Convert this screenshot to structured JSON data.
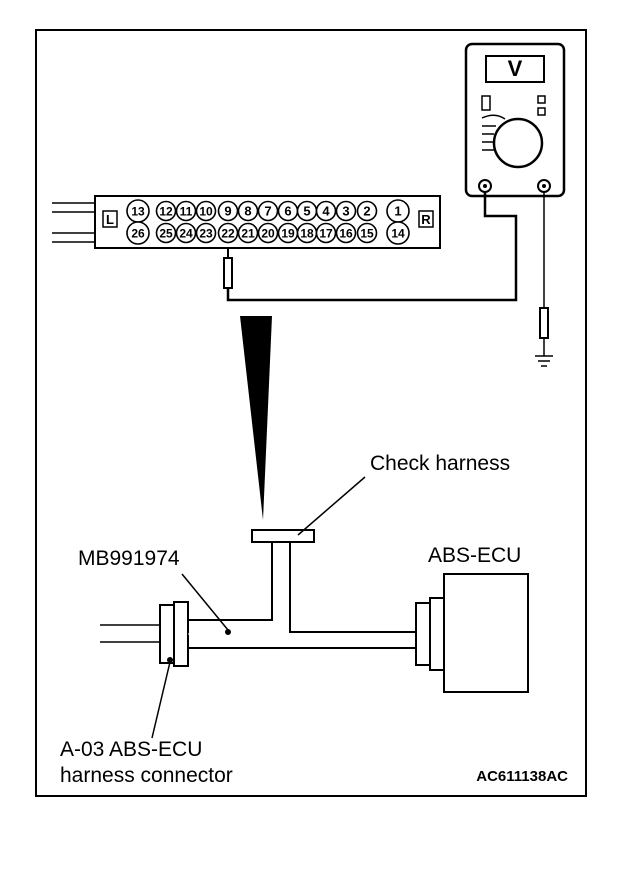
{
  "diagram": {
    "labels": {
      "check_harness": "Check harness",
      "adapter_part": "MB991974",
      "ecu": "ABS-ECU",
      "connector_line1": "A-03 ABS-ECU",
      "connector_line2": "harness connector",
      "figure_code": "AC611138AC"
    },
    "meter": {
      "mode_symbol": "V"
    },
    "connector": {
      "left_tag": "L",
      "right_tag": "R",
      "top_row": [
        "13",
        "12",
        "11",
        "10",
        "9",
        "8",
        "7",
        "6",
        "5",
        "4",
        "3",
        "2",
        "1"
      ],
      "bottom_row": [
        "26",
        "25",
        "24",
        "23",
        "22",
        "21",
        "20",
        "19",
        "18",
        "17",
        "16",
        "15",
        "14"
      ],
      "probed_pin": "22"
    }
  }
}
